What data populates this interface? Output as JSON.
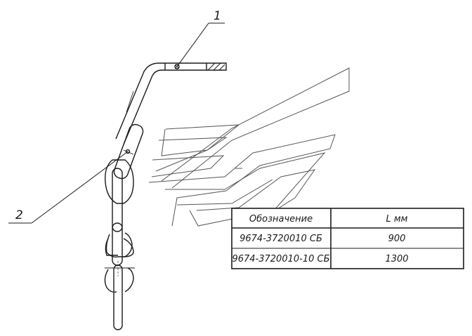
{
  "callouts": [
    {
      "label": "1"
    },
    {
      "label": "2"
    }
  ],
  "table": {
    "headers": [
      "Обозначение",
      "L мм"
    ],
    "rows": [
      [
        "9674-3720010 СБ",
        "900"
      ],
      [
        "9674-3720010-10 СБ",
        "1300"
      ]
    ]
  },
  "colors": {
    "line": "#1a1a1a",
    "logo": "#555555"
  }
}
